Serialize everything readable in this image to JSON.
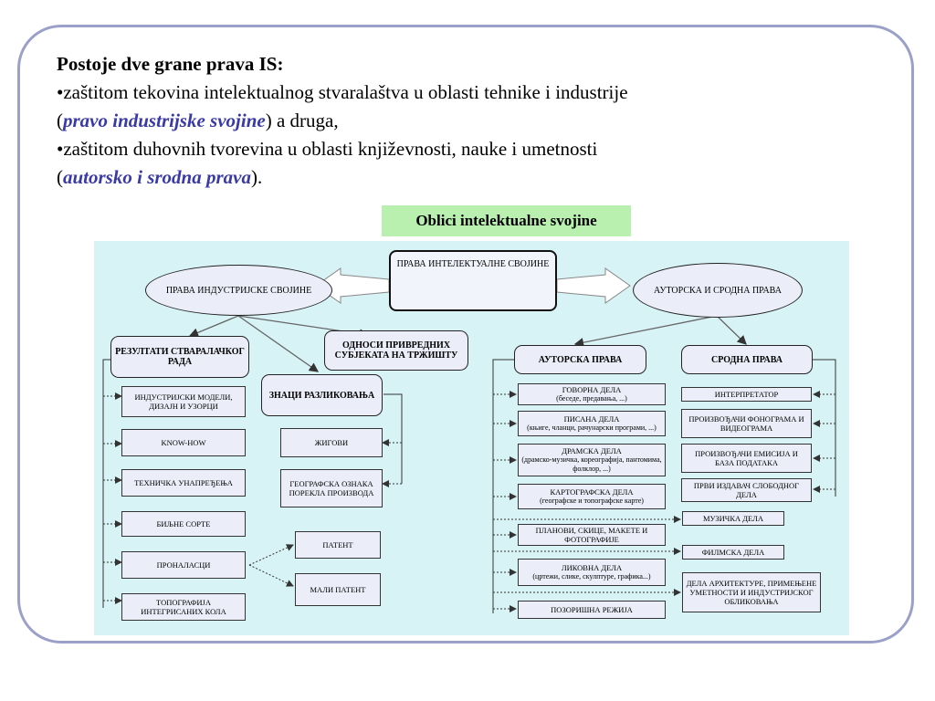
{
  "intro": {
    "heading": "Postoje dve grane prava IS:",
    "b1_a": "•zaštitom tekovina intelektualnog stvaralaštva u oblasti tehnike i industrije",
    "b1_open": "(",
    "b1_em": "pravo industrijske  svojine",
    "b1_close": ") a druga,",
    "b2_a": "•zaštitom  duhovnih tvorevina u  oblasti književnosti, nauke i umetnosti",
    "b2_open": "(",
    "b2_em": "autorsko i srodna prava",
    "b2_close": ")."
  },
  "caption": "Oblici intelektualne svojine",
  "diagram": {
    "root": "ПРАВА ИНТЕЛЕКТУАЛНЕ СВОЈИНЕ",
    "industrial": "ПРАВА ИНДУСТРИЈСКЕ СВОЈИНЕ",
    "copyright_related": "АУТОРСКА И СРОДНА ПРАВА",
    "results": "РЕЗУЛТАТИ СТВАРАЛАЧКОГ РАДА",
    "relations": "ОДНОСИ ПРИВРЕДНИХ СУБЈЕКАТА НА ТРЖИШТУ",
    "signs": "ЗНАЦИ РАЗЛИКОВАЊА",
    "author_rights": "АУТОРСКА ПРАВА",
    "related_rights": "СРОДНА ПРАВА",
    "results_items": [
      "ИНДУСТРИЈСКИ МОДЕЛИ, ДИЗАЈН И УЗОРЦИ",
      "KNOW-HOW",
      "ТЕХНИЧКА УНАПРЕЂЕЊА",
      "БИЉНЕ СОРТЕ",
      "ПРОНАЛАСЦИ",
      "ТОПОГРАФИЈА ИНТЕГРИСАНИХ КОЛА"
    ],
    "invention_items": [
      "ПАТЕНТ",
      "МАЛИ ПАТЕНТ"
    ],
    "signs_items": [
      "ЖИГОВИ",
      "ГЕОГРАФСКА ОЗНАКА ПОРЕКЛА ПРОИЗВОДА"
    ],
    "author_items": [
      {
        "main": "ГОВОРНА ДЕЛА",
        "sub": "(беседе, предавања, ...)"
      },
      {
        "main": "ПИСАНА ДЕЛА",
        "sub": "(књиге, чланци, рачунарски програми, ...)"
      },
      {
        "main": "ДРАМСКА ДЕЛА",
        "sub": "(драмско-музичка, кореографија, пантомима, фолклор, ...)"
      },
      {
        "main": "КАРТОГРАФСКА ДЕЛА",
        "sub": "(географске и топографске карте)"
      },
      {
        "main": "ПЛАНОВИ, СКИЦЕ, МАКЕТЕ И ФОТОГРАФИЈЕ",
        "sub": ""
      },
      {
        "main": "ЛИКОВНА ДЕЛА",
        "sub": "(цртежи, слике, скулптуре, графика...)"
      },
      {
        "main": "ПОЗОРИШНА РЕЖИЈА",
        "sub": ""
      }
    ],
    "related_items": [
      "ИНТЕРПРЕТАТОР",
      "ПРОИЗВОЂАЧИ ФОНОГРАМА И ВИДЕОГРАМА",
      "ПРОИЗВОЂАЧИ ЕМИСИЈА И БАЗА ПОДАТАКА",
      "ПРВИ ИЗДАВАЧ СЛОБОДНОГ ДЕЛА"
    ],
    "shared_items": [
      "МУЗИЧКА ДЕЛА",
      "ФИЛМСКА ДЕЛА",
      "ДЕЛА АРХИТЕКТУРЕ, ПРИМЕЊЕНЕ УМЕТНОСТИ И ИНДУСТРИЈСКОГ ОБЛИКОВАЊА"
    ]
  }
}
